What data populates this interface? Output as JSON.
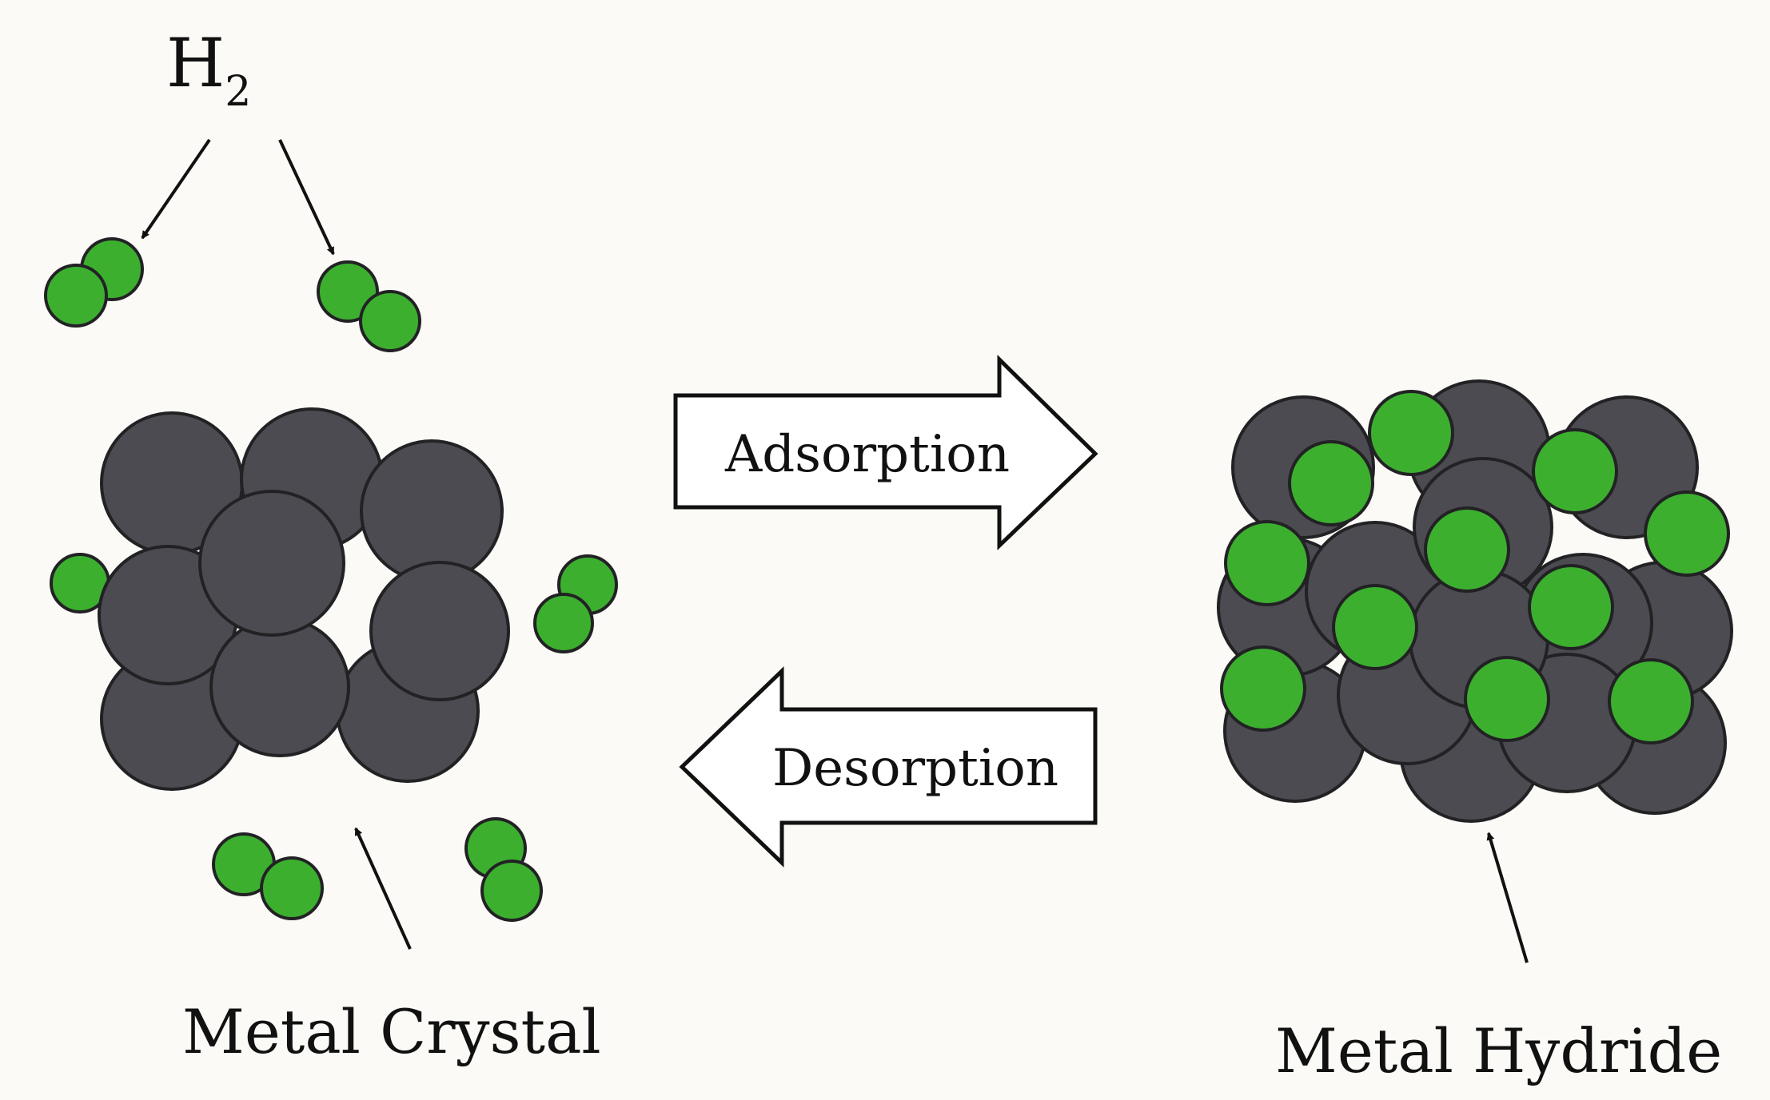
{
  "labels": {
    "h2_main": "H",
    "h2_sub": "2",
    "adsorption": "Adsorption",
    "desorption": "Desorption",
    "metal_crystal": "Metal Crystal",
    "metal_hydride": "Metal Hydride"
  },
  "colors": {
    "background": "#fbfaf6",
    "metal_atom": "#4b4b51",
    "hydrogen_atom": "#3caf2f",
    "outline": "#222225"
  }
}
